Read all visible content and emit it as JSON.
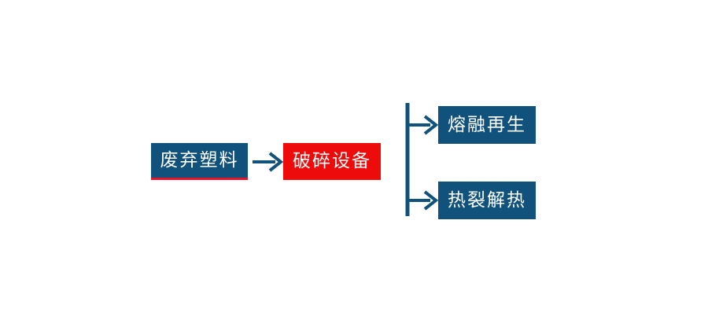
{
  "diagram": {
    "title": "waste-plastic-recycling-flow",
    "colors": {
      "box_blue": "#11527D",
      "box_red": "#EE0B0B",
      "accent_red_underline": "#E8112A",
      "arrow_blue": "#11527D",
      "text": "#FFFFFF",
      "background": "#FFFFFF"
    },
    "nodes": {
      "input": {
        "label": "废弃塑料",
        "type": "input"
      },
      "process": {
        "label": "破碎设备",
        "type": "process"
      },
      "output_top": {
        "label": "熔融再生",
        "type": "output"
      },
      "output_bottom": {
        "label": "热裂解热",
        "type": "output"
      }
    },
    "connectors": {
      "main_arrow": "arrow-right-icon",
      "branch_bracket": "branch-split-arrow-icon"
    }
  }
}
